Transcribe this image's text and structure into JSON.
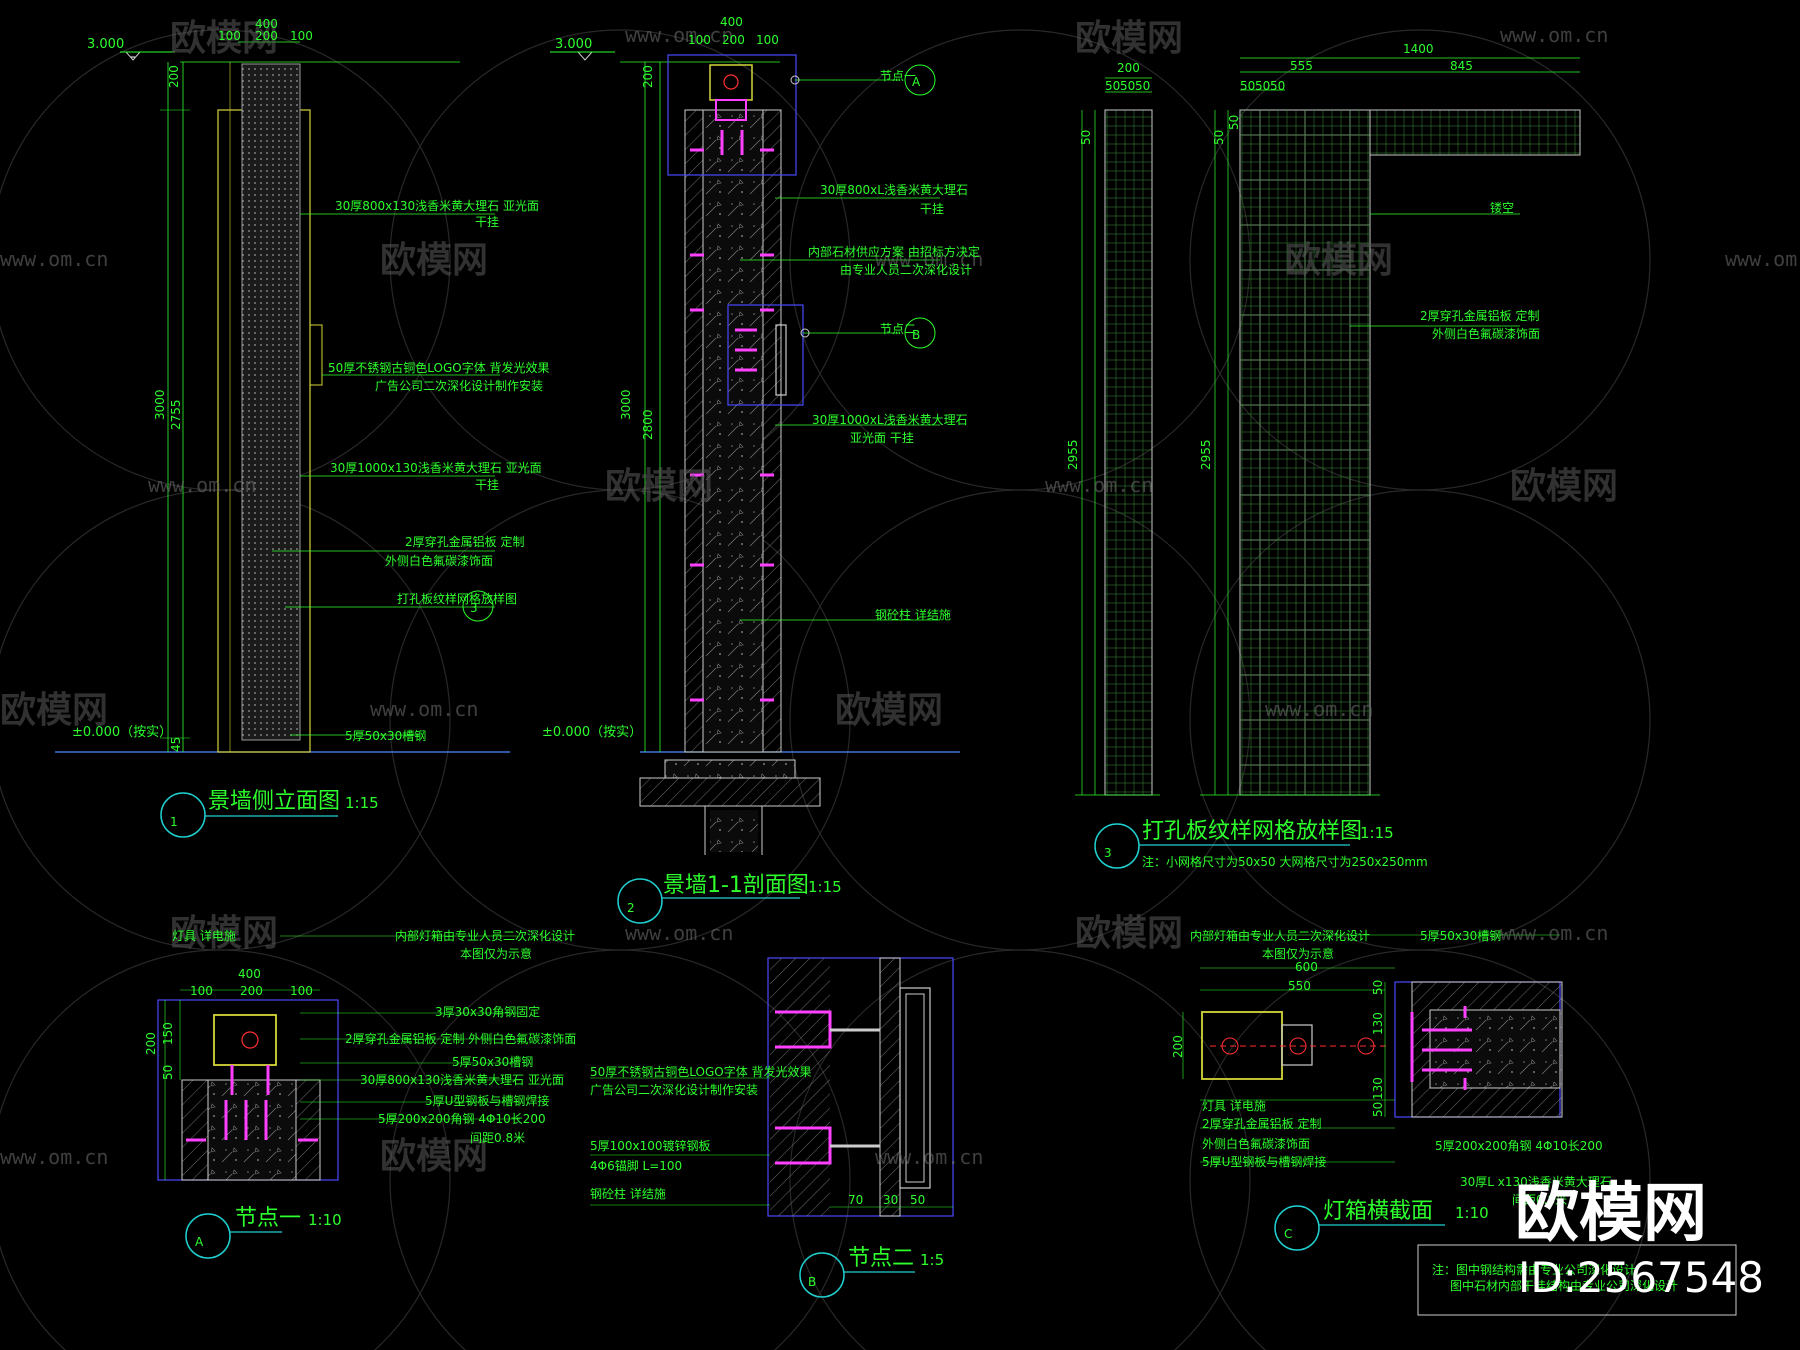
{
  "watermark": {
    "brand": "欧模网",
    "url": "www.om.cn",
    "id_label": "ID:2567548"
  },
  "drawings": {
    "d1": {
      "num": "1",
      "title": "景墙侧立面图",
      "scale": "1:15",
      "dims_top": [
        "400",
        "100",
        "200",
        "100"
      ],
      "level_top": "3.000",
      "level_bottom": "±0.000（按实）",
      "dims_side": [
        "200",
        "3000",
        "2755",
        "45"
      ],
      "notes": [
        "30厚800x130浅香米黄大理石  亚光面",
        "干挂",
        "50厚不锈钢古铜色LOGO字体  背发光效果",
        "广告公司二次深化设计制作安装",
        "30厚1000x130浅香米黄大理石  亚光面",
        "干挂",
        "2厚穿孔金属铝板  定制",
        "外侧白色氟碳漆饰面",
        "打孔板纹样网格放样图",
        "5厚50x30槽钢"
      ],
      "callout": "3"
    },
    "d2": {
      "num": "2",
      "title": "景墙1-1剖面图",
      "scale": "1:15",
      "dims_top": [
        "400",
        "100",
        "200",
        "100"
      ],
      "level_top": "3.000",
      "level_bottom": "±0.000（按实）",
      "dims_side": [
        "200",
        "3000",
        "2800"
      ],
      "notes": [
        "30厚800xL浅香米黄大理石",
        "干挂",
        "内部石材供应方案  由招标方决定",
        "由专业人员二次深化设计",
        "30厚1000xL浅香米黄大理石",
        "亚光面  干挂",
        "钢砼柱  详结施"
      ],
      "callouts": [
        "节点一",
        "A",
        "节点二",
        "B"
      ]
    },
    "d3": {
      "num": "3",
      "title": "打孔板纹样网格放样图",
      "scale": "1:15",
      "note": "注：小网格尺寸为50x50  大网格尺寸为250x250mm",
      "dims": [
        "200",
        "50",
        "50",
        "50",
        "1400",
        "555",
        "845",
        "50",
        "50",
        "50",
        "2955",
        "2955",
        "50",
        "50",
        "50"
      ],
      "labels": [
        "镂空",
        "2厚穿孔金属铝板  定制",
        "外侧白色氟碳漆饰面"
      ]
    },
    "dA": {
      "num": "A",
      "title": "节点一",
      "scale": "1:10",
      "dims": [
        "400",
        "100",
        "200",
        "100",
        "200",
        "150",
        "50"
      ],
      "notes": [
        "灯具  详电施",
        "内部灯箱由专业人员二次深化设计",
        "本图仅为示意",
        "3厚30x30角钢固定",
        "2厚穿孔金属铝板  定制  外侧白色氟碳漆饰面",
        "5厚50x30槽钢",
        "30厚800x130浅香米黄大理石  亚光面",
        "5厚U型钢板与槽钢焊接",
        "5厚200x200角钢  4Φ10长200",
        "间距0.8米"
      ]
    },
    "dB": {
      "num": "B",
      "title": "节点二",
      "scale": "1:5",
      "dims": [
        "70",
        "30",
        "50"
      ],
      "notes": [
        "50厚不锈钢古铜色LOGO字体  背发光效果",
        "广告公司二次深化设计制作安装",
        "5厚100x100镀锌钢板",
        "4Φ6锚脚 L=100",
        "钢砼柱  详结施"
      ]
    },
    "dC": {
      "num": "C",
      "title": "灯箱横截面",
      "scale": "1:10",
      "dims": [
        "600",
        "550",
        "200",
        "50",
        "130",
        "130",
        "50"
      ],
      "notes": [
        "内部灯箱由专业人员二次深化设计",
        "本图仅为示意",
        "5厚50x30槽钢",
        "灯具  详电施",
        "2厚穿孔金属铝板  定制",
        "外侧白色氟碳漆饰面",
        "5厚U型钢板与槽钢焊接",
        "5厚200x200角钢  4Φ10长200",
        "30厚L x130浅香米黄大理石",
        "间距0.8米"
      ],
      "footnote": [
        "注：图中钢结构需由专业公司深化设计",
        "图中石材内部干挂结构由专业公司深化设计"
      ]
    }
  }
}
